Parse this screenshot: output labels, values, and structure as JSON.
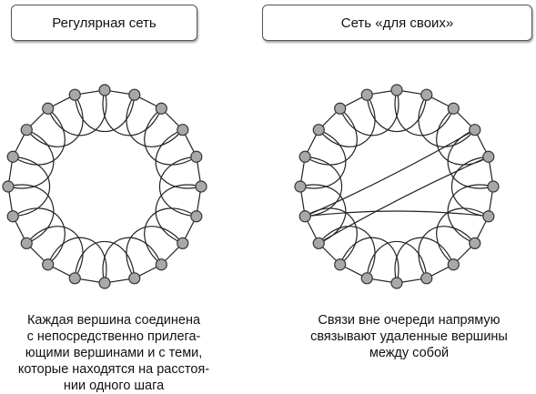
{
  "panels": [
    {
      "title": "Регулярная сеть",
      "caption_lines": [
        "Каждая вершина соединена",
        "с непосредственно прилега-",
        "ющими вершинами и с теми,",
        "которые находятся на расстоя-",
        "нии одного шага"
      ],
      "node_count": 20,
      "shortcuts": []
    },
    {
      "title": "Сеть «для своих»",
      "caption_lines": [
        "Связи вне очереди напрямую",
        "связывают удаленные вершины",
        "между собой"
      ],
      "node_count": 20,
      "shortcuts": [
        [
          4,
          13
        ],
        [
          3,
          14
        ],
        [
          6,
          14
        ]
      ]
    }
  ],
  "colors": {
    "node_fill": "#a8a8a8",
    "node_stroke": "#333333",
    "edge": "#222222"
  }
}
